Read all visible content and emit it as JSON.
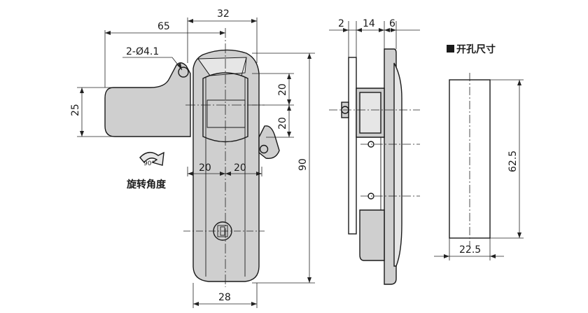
{
  "dimensions": {
    "front_width_top": "32",
    "front_arm_length": "65",
    "hole_spec": "2-Ø4.1",
    "arm_height": "25",
    "upper_height_a": "20",
    "upper_height_b": "20",
    "center_left": "20",
    "center_right": "20",
    "total_height": "90",
    "bottom_width": "28",
    "side_thick_a": "2",
    "side_thick_b": "14",
    "side_thick_c": "6",
    "cutout_height": "62.5",
    "cutout_width": "22.5"
  },
  "labels": {
    "rotation_angle": "旋转角度",
    "rotation_badge": "90°",
    "cutout_title": "开孔尺寸"
  },
  "colors": {
    "body_fill": "#cfcfcf",
    "light_fill": "#e6e6e6",
    "ink": "#1a1a1a"
  }
}
